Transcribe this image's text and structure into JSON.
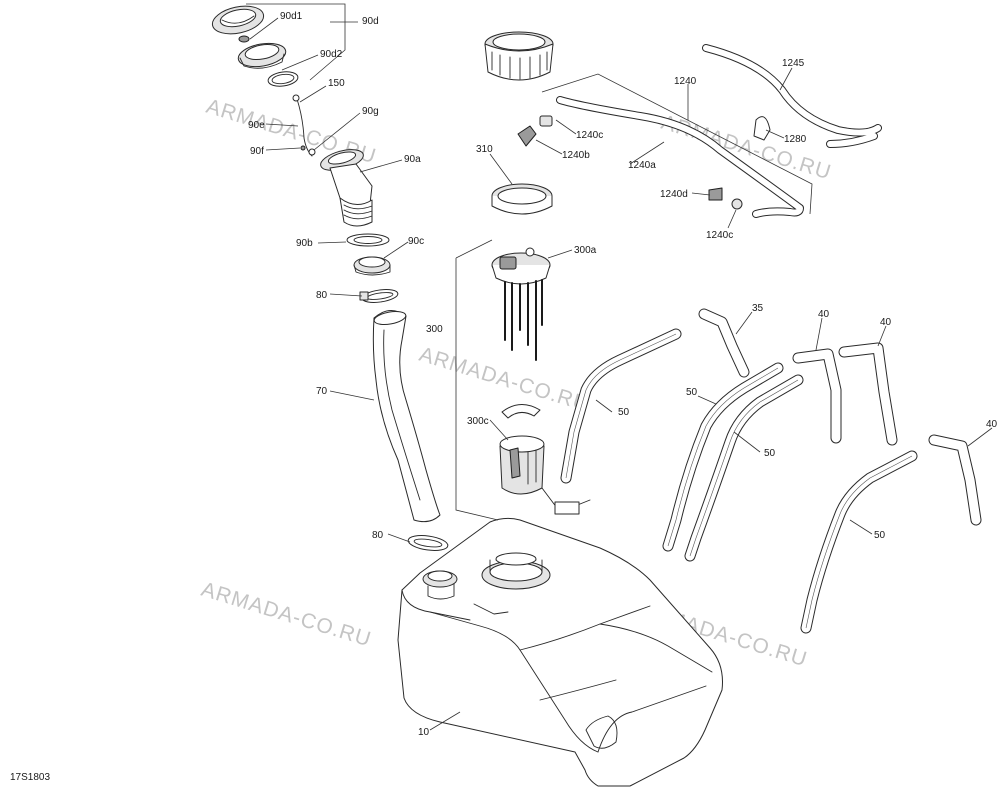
{
  "diagram_code": "17S1803",
  "watermark": "ARMADA-CO.RU",
  "parts": {
    "p90d1": "90d1",
    "p90d": "90d",
    "p90d2": "90d2",
    "p150": "150",
    "p90e": "90e",
    "p90g": "90g",
    "p90f": "90f",
    "p90a": "90a",
    "p90b": "90b",
    "p90c": "90c",
    "p80_top": "80",
    "p70": "70",
    "p80_bottom": "80",
    "p10": "10",
    "p310": "310",
    "p300a": "300a",
    "p300": "300",
    "p300c": "300c",
    "p1240": "1240",
    "p1245": "1245",
    "p1240c_top": "1240c",
    "p1240b": "1240b",
    "p1240a": "1240a",
    "p1280": "1280",
    "p1240d": "1240d",
    "p1240c_bottom": "1240c",
    "p35": "35",
    "p40_left": "40",
    "p40_right": "40",
    "p50_a": "50",
    "p50_b": "50",
    "p50_c": "50",
    "p40_far": "40",
    "p50_d": "50"
  }
}
